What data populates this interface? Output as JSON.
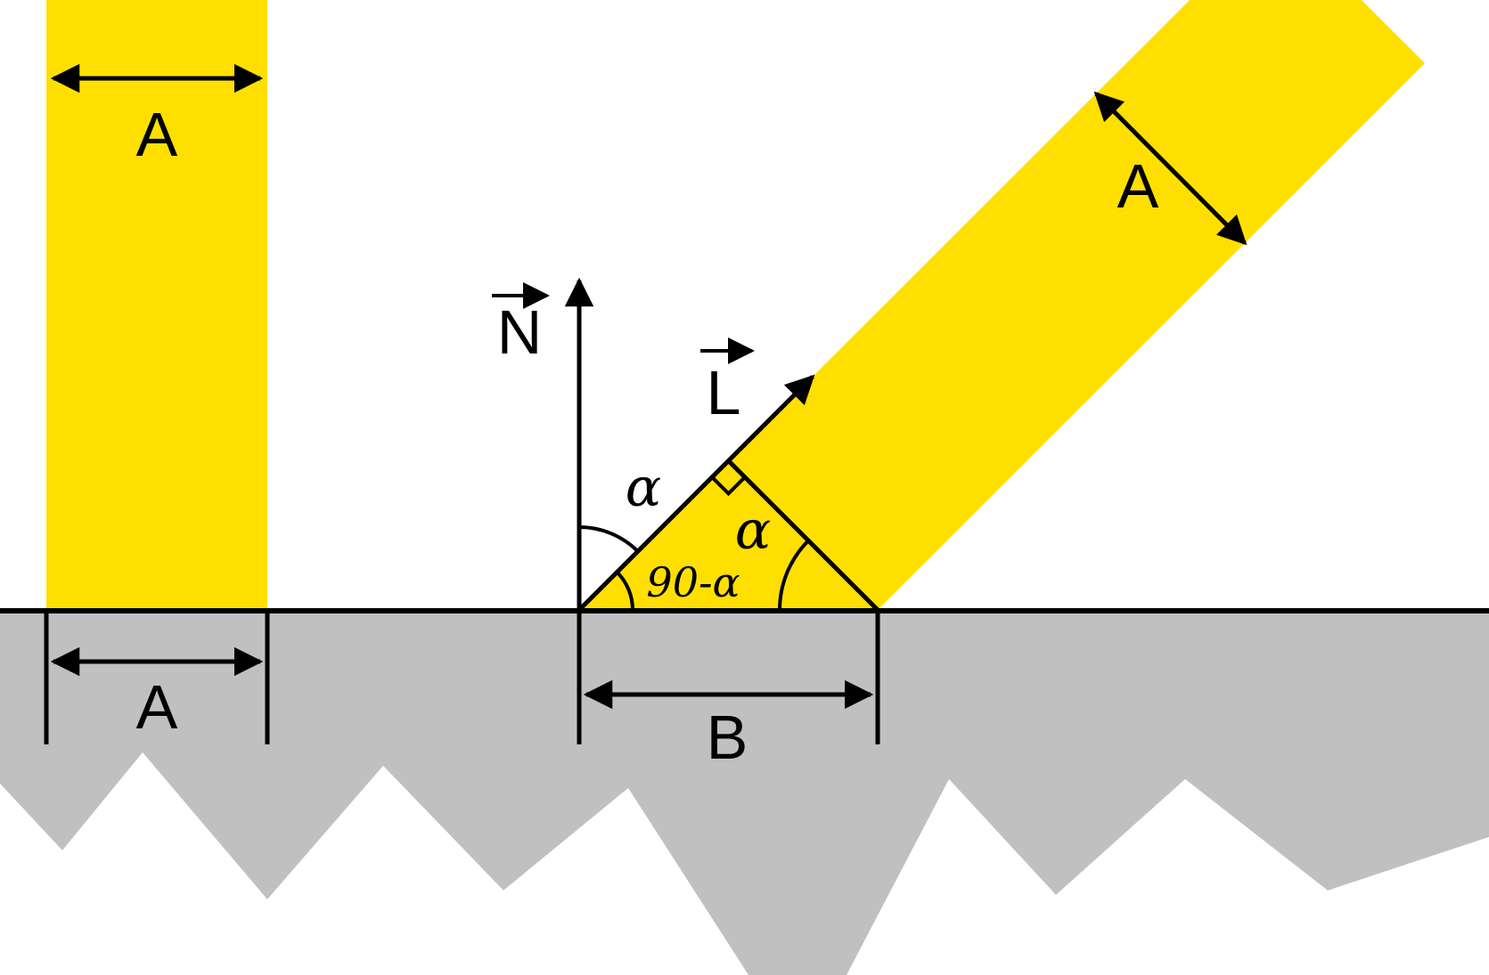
{
  "colors": {
    "beam": "#ffdf00",
    "ground": "#c0c0c0",
    "line": "#000000",
    "background": "#ffffff"
  },
  "labels": {
    "top_beam_width": "A",
    "ground_width_left": "A",
    "slanted_beam_width": "A",
    "normal_vector": "N",
    "light_vector": "L",
    "alpha_incidence": "α",
    "alpha_base": "α",
    "angle_complement": "90-α",
    "ground_span": "B"
  }
}
